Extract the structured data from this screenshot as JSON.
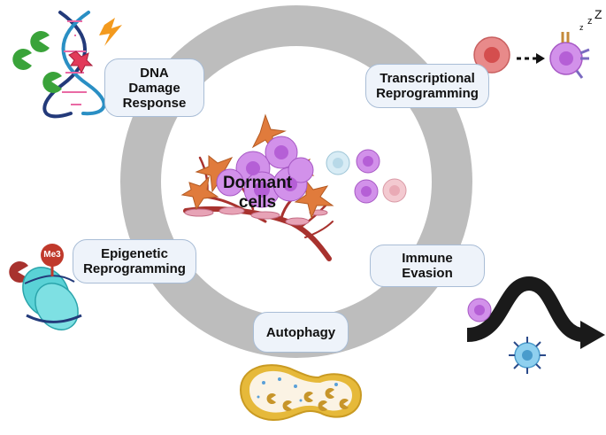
{
  "center": {
    "line1": "Dormant",
    "line2": "cells"
  },
  "hallmarks": {
    "dna_damage": [
      "DNA",
      "Damage",
      "Response"
    ],
    "transcriptional": [
      "Transcriptional",
      "Reprogramming"
    ],
    "epigenetic": [
      "Epigenetic",
      "Reprogramming"
    ],
    "immune": [
      "Immune",
      "Evasion"
    ],
    "autophagy": [
      "Autophagy"
    ]
  },
  "labels": {
    "histone_mark": "Me3",
    "sleep": [
      "z",
      "z",
      "Z"
    ]
  },
  "colors": {
    "ring": "#bdbdbd",
    "box_fill": "#eef3fa",
    "box_border": "#a9bdd6",
    "dormant_cell": "#c77de0",
    "fibroblast": "#e07b3c",
    "vessel": "#a8322e",
    "dna_helix": "#233a7a",
    "pacman_green": "#3aa33a",
    "histone": "#5ad2d6",
    "methyl_mark": "#c0392b",
    "lightning": "#f39a1e",
    "immune_cell": "#8fd0ef",
    "arrow": "#1a1a1a",
    "autophagy_outer": "#e6b93a"
  }
}
